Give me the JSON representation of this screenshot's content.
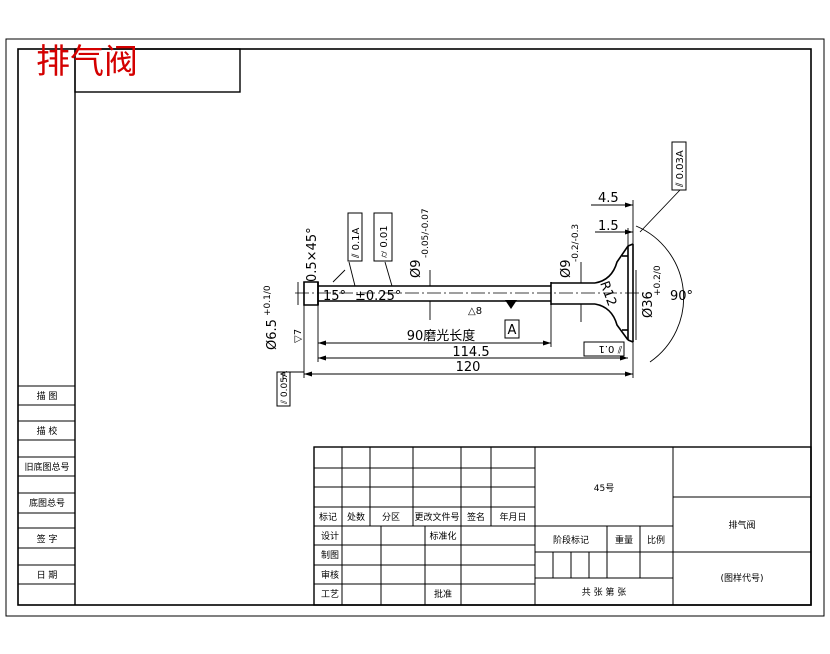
{
  "drawing_title": "排气阀",
  "side_labels": [
    "描 图",
    "描 校",
    "旧底图总号",
    "底图总号",
    "签 字",
    "日 期"
  ],
  "dimensions": {
    "len_120": "120",
    "len_114_5": "114.5",
    "grind_len": "90磨光长度",
    "chamfer_top": "0.5×45°",
    "angle_15": "15°",
    "angle_tol": "±0.25°",
    "dia_stem": "Ø9-0.05\n-0.07",
    "dia_stem_a": "Ø9",
    "dia_stem_tol": "-0.05/-0.07",
    "dia_neck": "Ø9",
    "dia_neck_tol": "-0.2/-0.3",
    "dia_head": "Ø36",
    "dia_head_tol": "+0.2/0",
    "radius": "R12",
    "angle_90": "90°",
    "len_4_5": "4.5",
    "len_1_5": "1.5",
    "dia_tip": "Ø6.5",
    "dia_tip_tol": "+0.1/0",
    "surface_tip": "▽7",
    "surface_body": "△8",
    "datum": "A"
  },
  "tolerances": {
    "runout_01a": "⫽ 0.1A",
    "flat_001": "⌭ 0.01",
    "runout_head": "⫽ 0.03A",
    "runout_side": "⫽ 0.1",
    "runout_tip": "⫽ 0.05A"
  },
  "title_block": {
    "material": "45号",
    "part_name": "排气阀",
    "drawing_code": "(图样代号)",
    "rev_headers": [
      "标记",
      "处数",
      "分区",
      "更改文件号",
      "签名",
      "年月日"
    ],
    "roles": [
      "设计",
      "制图",
      "审核",
      "工艺"
    ],
    "standardize": "标准化",
    "approve": "批准",
    "stage_label": "阶段标记",
    "weight_label": "重量",
    "scale_label": "比例",
    "sheets": "共 张 第 张"
  }
}
